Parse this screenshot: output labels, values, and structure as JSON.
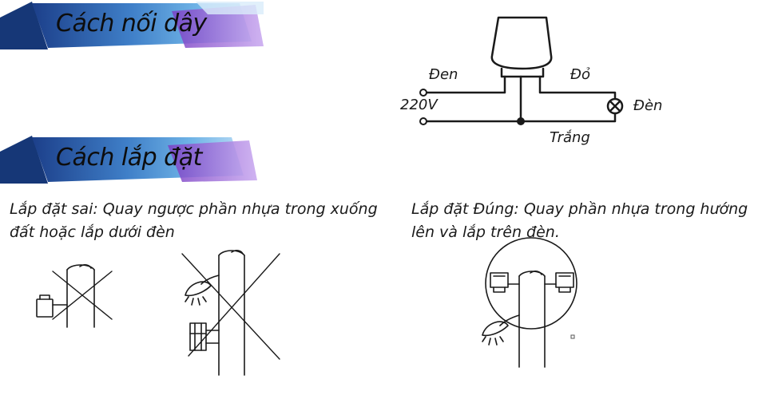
{
  "sections": {
    "wiring_title": "Cách nối dây",
    "install_title": "Cách lắp đặt"
  },
  "wiring": {
    "label_black": "Đen",
    "label_red": "Đỏ",
    "label_voltage": "220V",
    "label_lamp": "Đèn",
    "label_white": "Trắng"
  },
  "install": {
    "wrong_caption": "Lắp đặt sai: Quay ngược phần nhựa trong xuống đất hoặc lắp dưới đèn",
    "right_caption": "Lắp đặt Đúng: Quay phần nhựa trong hướng lên và lắp trên đèn."
  },
  "colors": {
    "banner_dark": "#1c3f8a",
    "banner_light": "#5aa0d8",
    "banner_accent": "#8a4fd0",
    "line": "#1a1a1a"
  }
}
